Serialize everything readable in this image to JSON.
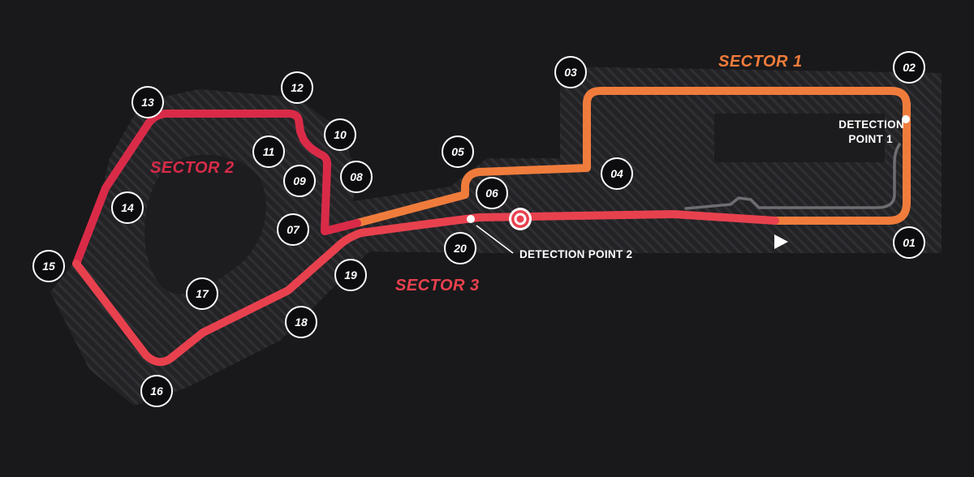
{
  "sectors": [
    {
      "label": "SECTOR 1",
      "color": "#f07c3c"
    },
    {
      "label": "SECTOR 2",
      "color": "#d92b48"
    },
    {
      "label": "SECTOR 3",
      "color": "#e8414e"
    }
  ],
  "detection_points": [
    {
      "line1": "DETECTION",
      "line2": "POINT 1"
    },
    {
      "line1": "DETECTION POINT 2"
    }
  ],
  "turns": [
    "01",
    "02",
    "03",
    "04",
    "05",
    "06",
    "07",
    "08",
    "09",
    "10",
    "11",
    "12",
    "13",
    "14",
    "15",
    "16",
    "17",
    "18",
    "19",
    "20"
  ],
  "colors": {
    "background": "#19191b",
    "runoff": "#2a2a2e",
    "pit_lane": "#6e6e72",
    "sector_1": "#f07c3c",
    "sector_2": "#d92b48",
    "sector_3": "#e8414e"
  },
  "icons": [
    "start-direction-arrow-icon",
    "target-icon"
  ]
}
